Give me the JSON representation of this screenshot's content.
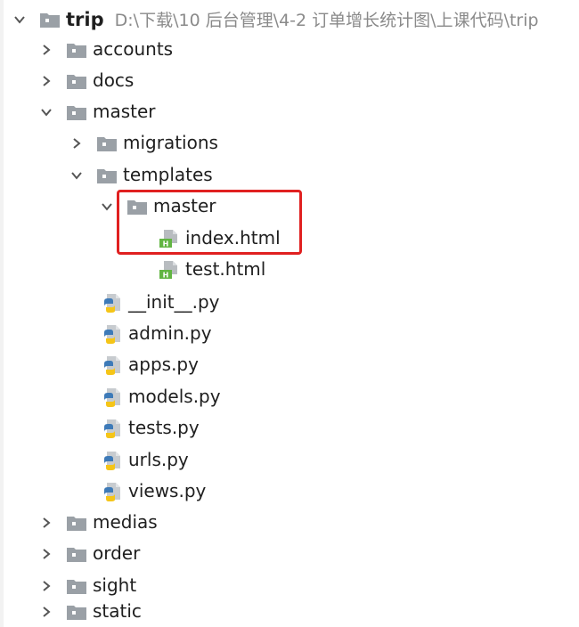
{
  "root": {
    "name": "trip",
    "path": "D:\\下载\\10 后台管理\\4-2 订单增长统计图\\上课代码\\trip"
  },
  "items": [
    {
      "label": "accounts"
    },
    {
      "label": "docs"
    },
    {
      "label": "master"
    },
    {
      "label": "migrations"
    },
    {
      "label": "templates"
    },
    {
      "label": "master"
    },
    {
      "label": "index.html"
    },
    {
      "label": "test.html"
    },
    {
      "label": "__init__.py"
    },
    {
      "label": "admin.py"
    },
    {
      "label": "apps.py"
    },
    {
      "label": "models.py"
    },
    {
      "label": "tests.py"
    },
    {
      "label": "urls.py"
    },
    {
      "label": "views.py"
    },
    {
      "label": "medias"
    },
    {
      "label": "order"
    },
    {
      "label": "sight"
    },
    {
      "label": "static"
    }
  ],
  "colors": {
    "folder": "#9aa0a6",
    "html_green": "#62b543",
    "python_blue": "#3d7ab8",
    "python_yellow": "#f5c518",
    "highlight": "#e02020"
  }
}
